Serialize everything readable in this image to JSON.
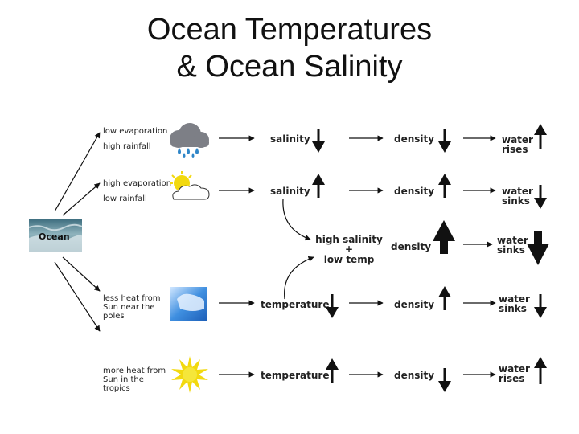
{
  "title": {
    "line1": "Ocean Temperatures",
    "line2": "& Ocean Salinity"
  },
  "ocean_label": "Ocean",
  "rows": [
    {
      "cond1": "low evaporation",
      "cond2": "high rainfall",
      "icon": "rain-cloud-icon",
      "factor": "salinity",
      "factor_dir": "down",
      "density": "density",
      "density_dir": "down",
      "result1": "water",
      "result2": "rises",
      "result_dir": "up"
    },
    {
      "cond1": "high evaporation",
      "cond2": "low rainfall",
      "icon": "sun-cloud-icon",
      "factor": "salinity",
      "factor_dir": "up",
      "density": "density",
      "density_dir": "up",
      "result1": "water",
      "result2": "sinks",
      "result_dir": "down"
    },
    {
      "cond1": "less heat from",
      "cond2": "Sun near the",
      "cond3": "poles",
      "icon": "iceberg-icon",
      "factor": "temperature",
      "factor_dir": "down",
      "density": "density",
      "density_dir": "up",
      "result1": "water",
      "result2": "sinks",
      "result_dir": "down"
    },
    {
      "cond1": "more heat from",
      "cond2": "Sun in the",
      "cond3": "tropics",
      "icon": "sun-icon",
      "factor": "temperature",
      "factor_dir": "up",
      "density": "density",
      "density_dir": "down",
      "result1": "water",
      "result2": "rises",
      "result_dir": "up"
    }
  ],
  "combined": {
    "line1": "high salinity",
    "plus": "+",
    "line2": "low temp",
    "density": "density",
    "density_dir": "up",
    "result1": "water",
    "result2": "sinks",
    "result_dir": "down"
  },
  "colors": {
    "text": "#222222",
    "arrow": "#111111",
    "cloud_dark": "#7d7f86",
    "raindrop": "#2f86c8",
    "sun": "#f2d90f",
    "ocean": "#5d8a98"
  }
}
